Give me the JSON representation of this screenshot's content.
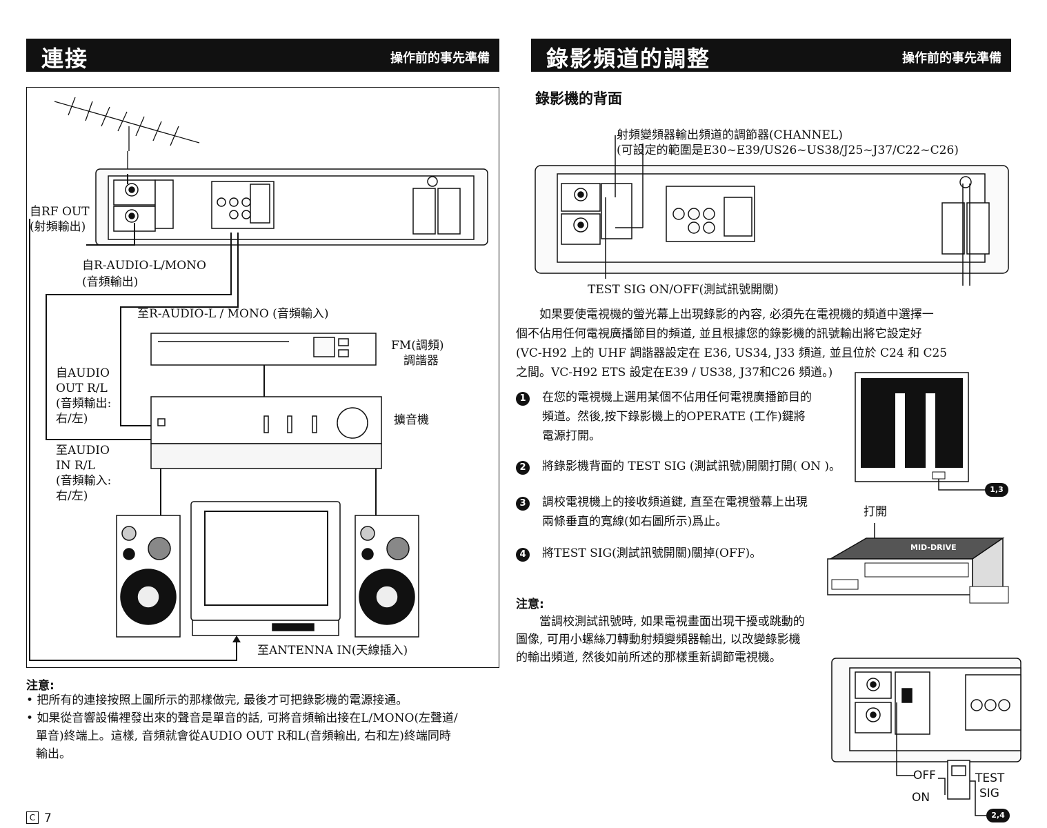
{
  "left": {
    "banner_title": "連接",
    "banner_subtitle": "操作前的事先準備",
    "diagram_labels": {
      "rf_out": "自RF OUT",
      "rf_out_sub": "(射頻輸出)",
      "r_audio_out": "自R-AUDIO-L/MONO",
      "r_audio_out_sub": "(音頻輸出)",
      "r_audio_in": "至R-AUDIO-L / MONO (音頻輸入)",
      "fm_tuner_1": "FM(調頻)",
      "fm_tuner_2": "調諧器",
      "audio_out_1": "自AUDIO",
      "audio_out_2": "OUT R/L",
      "audio_out_3": "(音頻輸出:",
      "audio_out_4": "右/左)",
      "amplifier": "擴音機",
      "audio_in_1": "至AUDIO",
      "audio_in_2": "IN R/L",
      "audio_in_3": "(音頻輸入:",
      "audio_in_4": "右/左)",
      "antenna_in": "至ANTENNA IN(天線插入)"
    },
    "note_title": "注意:",
    "notes": [
      "把所有的連接按照上圖所示的那樣做完, 最後才可把錄影機的電源接通。",
      "如果從音響設備裡發出來的聲音是單音的話, 可將音頻輸出接在L/MONO(左聲道/",
      "單音)終端上。這樣, 音頻就會從AUDIO OUT R和L(音頻輸出, 右和左)終端同時",
      "輸出。"
    ],
    "page_mark": "C",
    "page_number": "7"
  },
  "right": {
    "banner_title": "錄影頻道的調整",
    "banner_subtitle": "操作前的事先準備",
    "section_title": "錄影機的背面",
    "channel_label_1": "射頻變頻器輸出頻道的調節器(CHANNEL)",
    "channel_label_2": "(可設定的範圍是E30~E39/US26~US38/J25~J37/C22~C26)",
    "test_sig_label": "TEST SIG ON/OFF(測試訊號開關)",
    "intro": [
      "如果要使電視機的螢光幕上出現錄影的內容, 必須先在電視機的頻道中選擇一",
      "個不佔用任何電視廣播節目的頻道, 並且根據您的錄影機的訊號輸出將它設定好",
      "(VC-H92 上的 UHF 調諧器設定在 E36, US34, J33 頻道, 並且位於 C24 和 C25",
      "之間。VC-H92 ETS 設定在E39 / US38, J37和C26 頻道。)"
    ],
    "steps": [
      {
        "num": "1",
        "lines": [
          "在您的電視機上選用某個不佔用任何電視廣播節目的",
          "頻道。然後,按下錄影機上的OPERATE (工作)鍵將",
          "電源打開。"
        ]
      },
      {
        "num": "2",
        "lines": [
          "將錄影機背面的 TEST SIG (測試訊號)開關打開( ON )。"
        ]
      },
      {
        "num": "3",
        "lines": [
          "調校電視機上的接收頻道鍵, 直至在電視螢幕上出現",
          "兩條垂直的寬線(如右圖所示)爲止。"
        ]
      },
      {
        "num": "4",
        "lines": [
          "將TEST SIG(測試訊號開關)關掉(OFF)。"
        ]
      }
    ],
    "tv_callout": "1,3",
    "open_label": "打開",
    "vcr_brand": "MID-DRIVE",
    "note_title": "注意:",
    "note_lines": [
      "當調校測試訊號時, 如果電視畫面出現干擾或跳動的",
      "圖像, 可用小螺絲刀轉動射頻變頻器輸出, 以改變錄影機",
      "的輸出頻道, 然後如前所述的那樣重新調節電視機。"
    ],
    "switch_off": "OFF",
    "switch_on": "ON",
    "switch_test": "TEST",
    "switch_sig": "SIG",
    "switch_callout": "2,4"
  }
}
